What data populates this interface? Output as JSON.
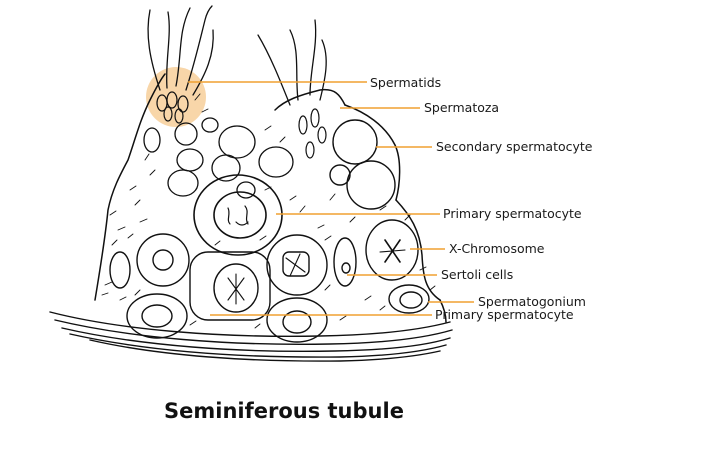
{
  "caption": "Seminiferous tubule",
  "labels": {
    "spermatids": "Spermatids",
    "spermatozoa": "Spermatoza",
    "secondary_spermatocyte": "Secondary spermatocyte",
    "primary_spermatocyte_upper": "Primary spermatocyte",
    "x_chromosome": "X-Chromosome",
    "sertoli_cells": "Sertoli cells",
    "spermatogonium": "Spermatogonium",
    "primary_spermatocyte_lower": "Primary spermatocyte"
  },
  "colors": {
    "leader": "#f0a030",
    "highlight": "#f6c88c",
    "ink": "#111111"
  }
}
